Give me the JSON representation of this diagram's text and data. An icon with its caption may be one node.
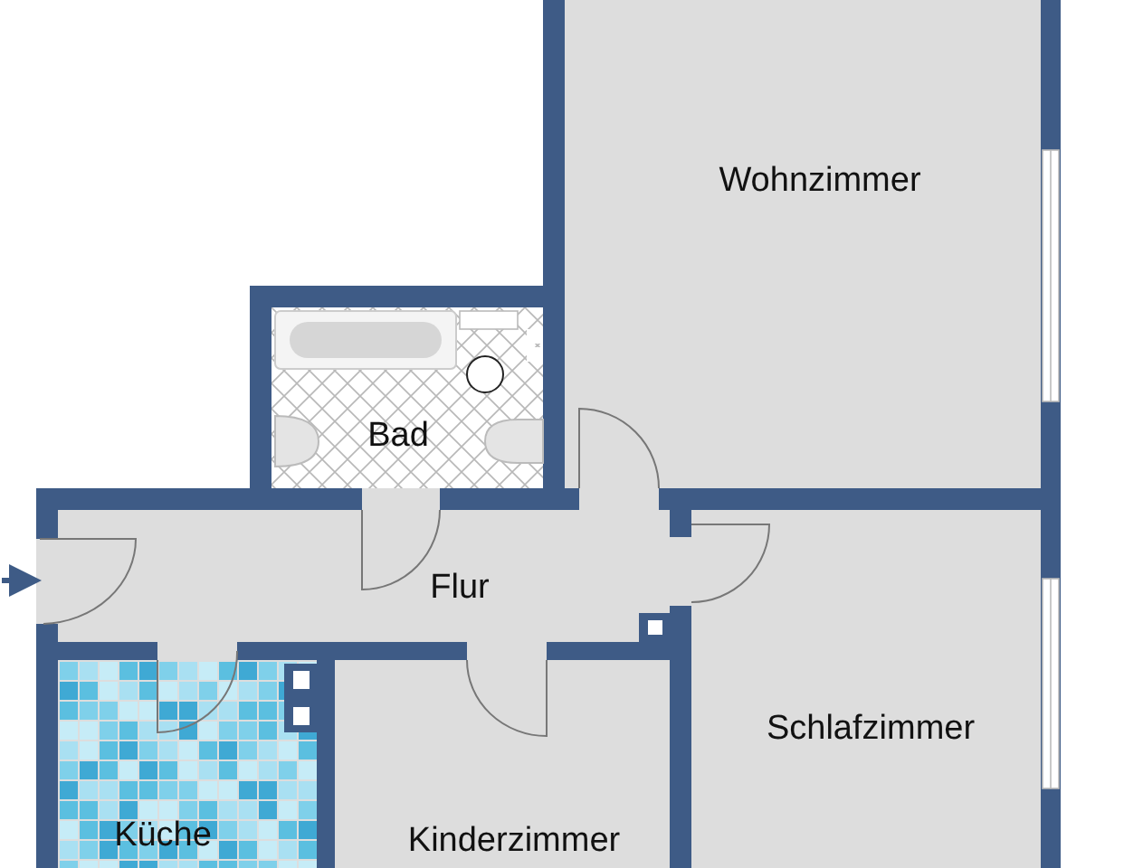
{
  "diagram": {
    "nodes": [
      {
        "text": [
          "Wohnzimmer"
        ]
      },
      {
        "text": [
          "Bad"
        ]
      },
      {
        "text": [
          "Flur"
        ]
      },
      {
        "text": [
          "Schlafzimmer"
        ]
      },
      {
        "text": [
          "Kinderzimmer"
        ]
      },
      {
        "text": [
          "Küche"
        ]
      }
    ],
    "edges": [
      {
        "from": null,
        "to": 2,
        "arrow": "to"
      }
    ]
  }
}
